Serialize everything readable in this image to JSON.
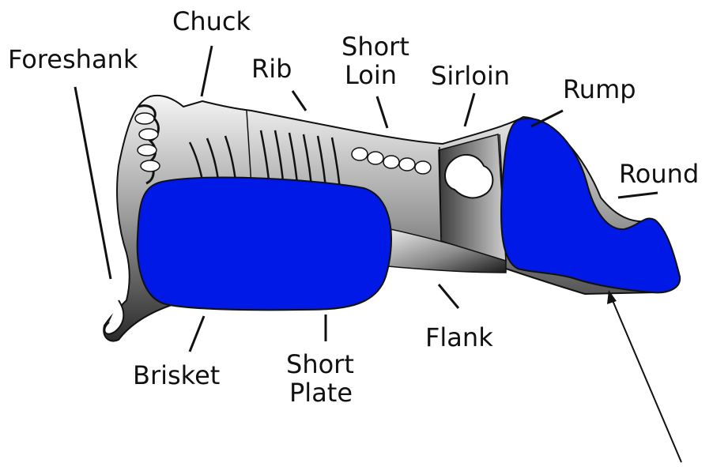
{
  "labels": {
    "foreshank": "Foreshank",
    "chuck": "Chuck",
    "rib": "Rib",
    "short_loin": [
      "Short",
      "Loin"
    ],
    "sirloin": "Sirloin",
    "rump": "Rump",
    "round": "Round",
    "flank": "Flank",
    "brisket": "Brisket",
    "short_plate": [
      "Short",
      "Plate"
    ]
  },
  "colors": {
    "highlight": "#0019e6",
    "outline": "#111111",
    "carcass_light": "#f2f2f2",
    "carcass_dark": "#2a2a2a"
  }
}
